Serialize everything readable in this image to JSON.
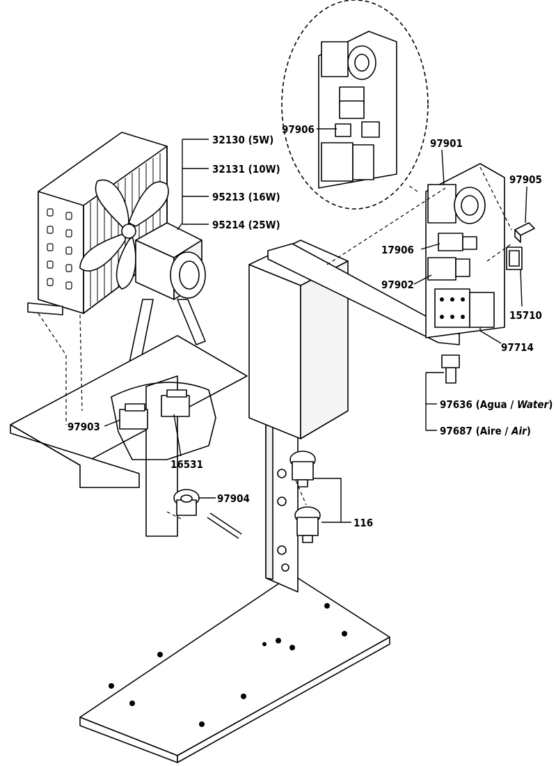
{
  "labels": {
    "p32130": "32130 (5W)",
    "p32131": "32131 (10W)",
    "p95213": "95213 (16W)",
    "p95214": "95214 (25W)",
    "p97906": "97906",
    "p97901": "97901",
    "p97905": "97905",
    "p17906": "17906",
    "p97902": "97902",
    "p15710": "15710",
    "p97714": "97714",
    "p97636": "97636 (Agua / ",
    "p97636_it": "Water",
    "p97636_end": ")",
    "p97687": "97687 (Aire / ",
    "p97687_it": "Air",
    "p97687_end": ")",
    "p97903": "97903",
    "p16531": "16531",
    "p97904": "97904",
    "p116": "116"
  }
}
